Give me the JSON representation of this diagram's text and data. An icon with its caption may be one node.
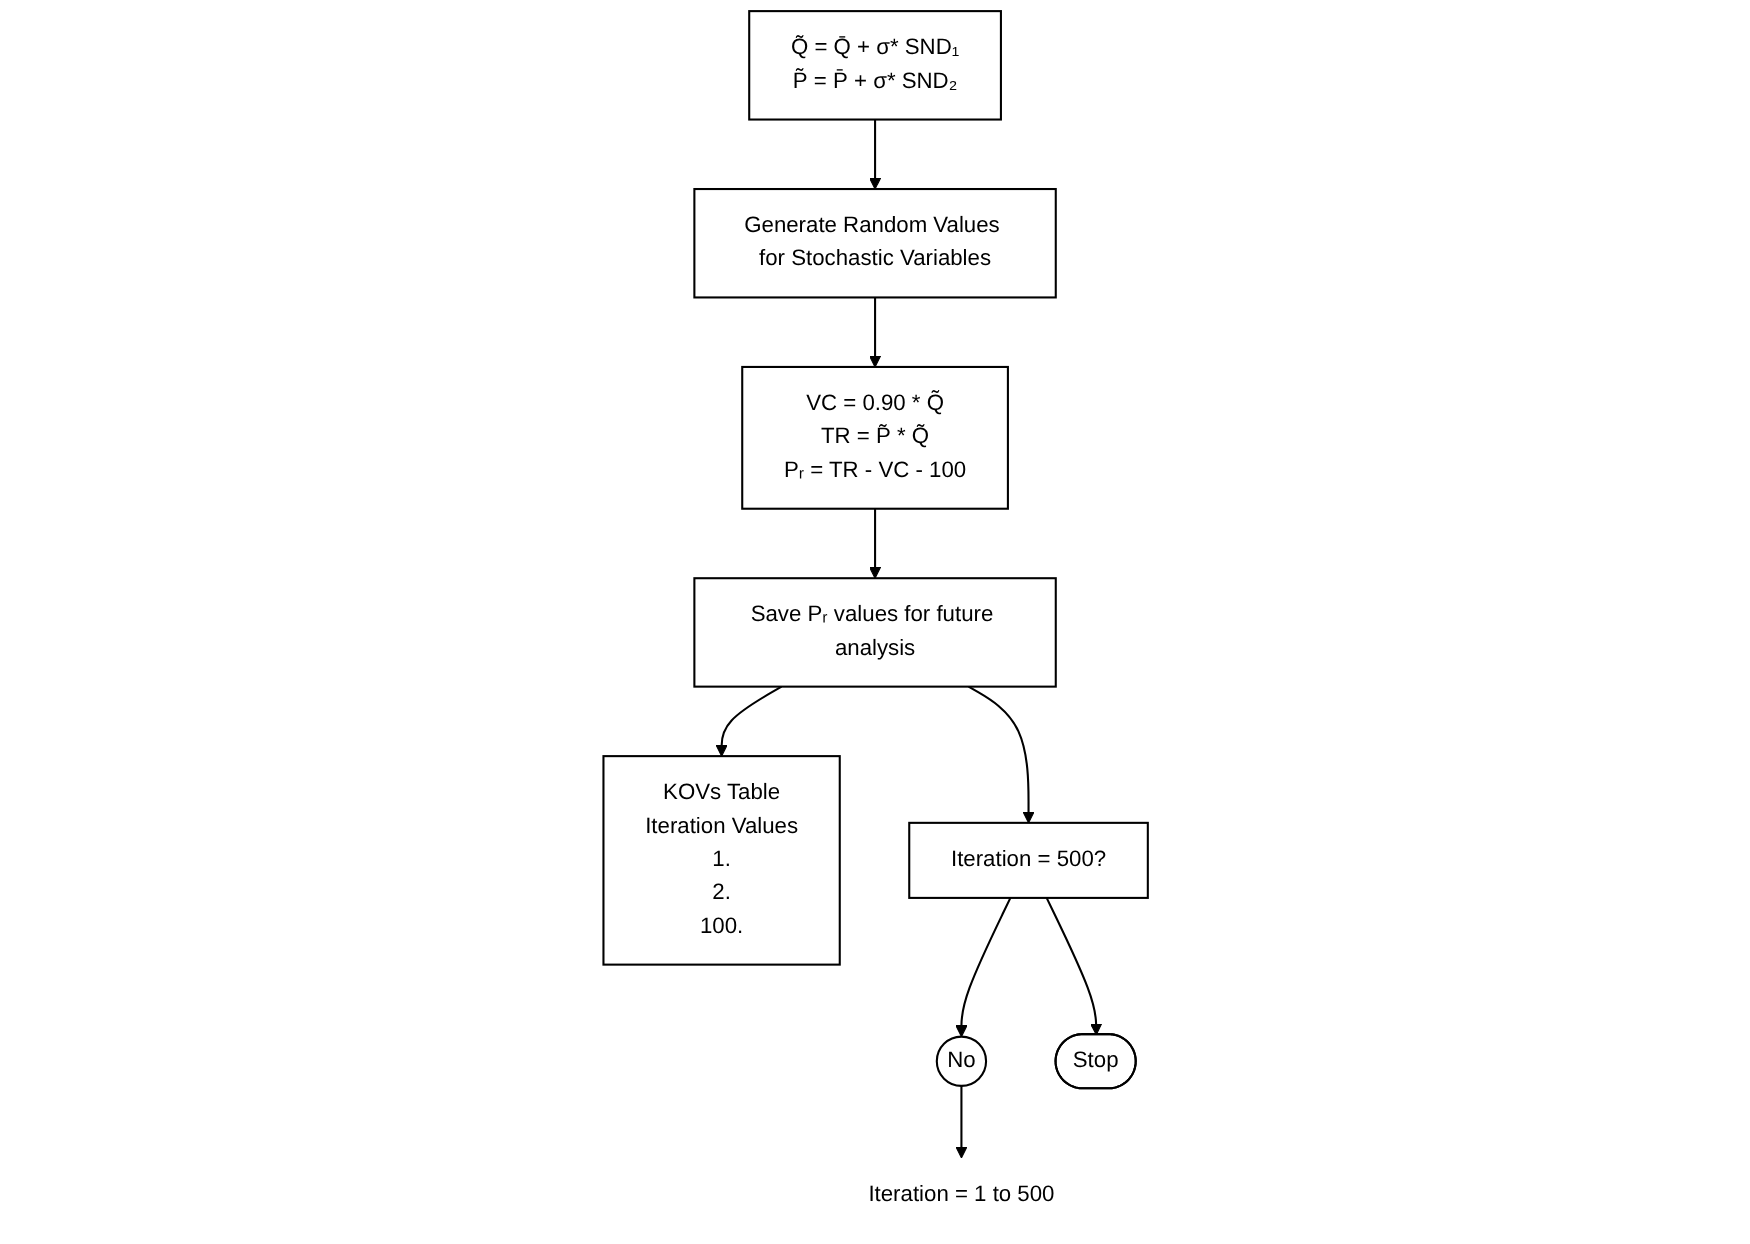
{
  "diagram": {
    "nodes": [
      {
        "text": [
          "Iteration = 1 to 500"
        ]
      },
      {
        "text": [
          "Generate Random Values for Stochastic Variables"
        ]
      },
      {
        "text": [
          "Q̃ = Q̄ +  σ* SND₁",
          "P̃ = P̄ +  σ* SND₂"
        ]
      },
      {
        "text": [
          "VC  =  0.90 * Q̃",
          "TR  =  P̃ * Q̃",
          "Pᵣ  =  TR - VC - 100"
        ]
      },
      {
        "text": [
          "Save Pᵣ values for future analysis"
        ]
      },
      {
        "text": [
          "KOVs Table",
          "Iteration  Values",
          "1.",
          "2.",
          "100."
        ]
      },
      {
        "text": [
          "Iteration = 500?"
        ]
      },
      {
        "text": [
          "No"
        ]
      },
      {
        "text": [
          "Stop"
        ]
      }
    ],
    "edges": [
      {
        "from": 2,
        "to": 1,
        "arrow": "to"
      },
      {
        "from": 1,
        "to": 3,
        "arrow": "to"
      },
      {
        "from": 3,
        "to": 4,
        "arrow": "to"
      },
      {
        "from": 4,
        "to": 5,
        "arrow": "to"
      },
      {
        "from": 4,
        "to": 6,
        "arrow": "to"
      },
      {
        "from": 6,
        "to": 7,
        "arrow": "to"
      },
      {
        "from": 6,
        "to": 8,
        "arrow": "to"
      },
      {
        "from": 7,
        "to": 0,
        "arrow": "to"
      }
    ]
  }
}
